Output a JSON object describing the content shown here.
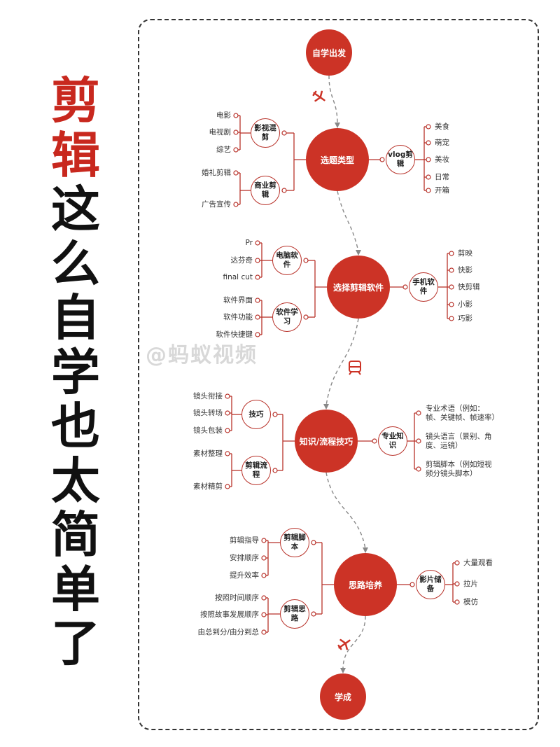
{
  "title": {
    "highlight": "剪辑",
    "rest": "这么自学也太简单了"
  },
  "watermark": "@蚂蚁视频",
  "colors": {
    "accent": "#cc3326",
    "frame": "#333333"
  },
  "start": "自学出发",
  "end": "学成",
  "stages": [
    {
      "label": "选题类型",
      "left": [
        {
          "label": "影视混剪",
          "leaves": [
            "电影",
            "电视剧",
            "综艺"
          ]
        },
        {
          "label": "商业剪辑",
          "leaves": [
            "婚礼剪辑",
            "广告宣传"
          ]
        }
      ],
      "right": {
        "label": "vlog剪辑",
        "leaves": [
          "美食",
          "萌宠",
          "美妆",
          "日常",
          "开箱"
        ]
      }
    },
    {
      "label": "选择剪辑软件",
      "left": [
        {
          "label": "电脑软件",
          "leaves": [
            "Pr",
            "达芬奇",
            "final  cut"
          ]
        },
        {
          "label": "软件学习",
          "leaves": [
            "软件界面",
            "软件功能",
            "软件快捷键"
          ]
        }
      ],
      "right": {
        "label": "手机软件",
        "leaves": [
          "剪映",
          "快影",
          "快剪辑",
          "小影",
          "巧影"
        ]
      }
    },
    {
      "label": "知识/流程技巧",
      "left": [
        {
          "label": "技巧",
          "leaves": [
            "镜头衔接",
            "镜头转场",
            "镜头包装"
          ]
        },
        {
          "label": "剪辑流程",
          "leaves": [
            "素材整理",
            "素材精剪"
          ]
        }
      ],
      "right": {
        "label": "专业知识",
        "leaves": [
          "专业术语（例如：帧、关键帧、帧速率）",
          "镜头语言（景别、角度、运镜）",
          "剪辑脚本（例如短视频分镜头脚本）"
        ]
      }
    },
    {
      "label": "思路培养",
      "left": [
        {
          "label": "剪辑脚本",
          "leaves": [
            "剪辑指导",
            "安排顺序",
            "提升效率"
          ]
        },
        {
          "label": "剪辑思路",
          "leaves": [
            "按照时间顺序",
            "按照故事发展顺序",
            "由总到分/由分到总"
          ]
        }
      ],
      "right": {
        "label": "影片储备",
        "leaves": [
          "大量观看",
          "拉片",
          "模仿"
        ]
      }
    }
  ]
}
